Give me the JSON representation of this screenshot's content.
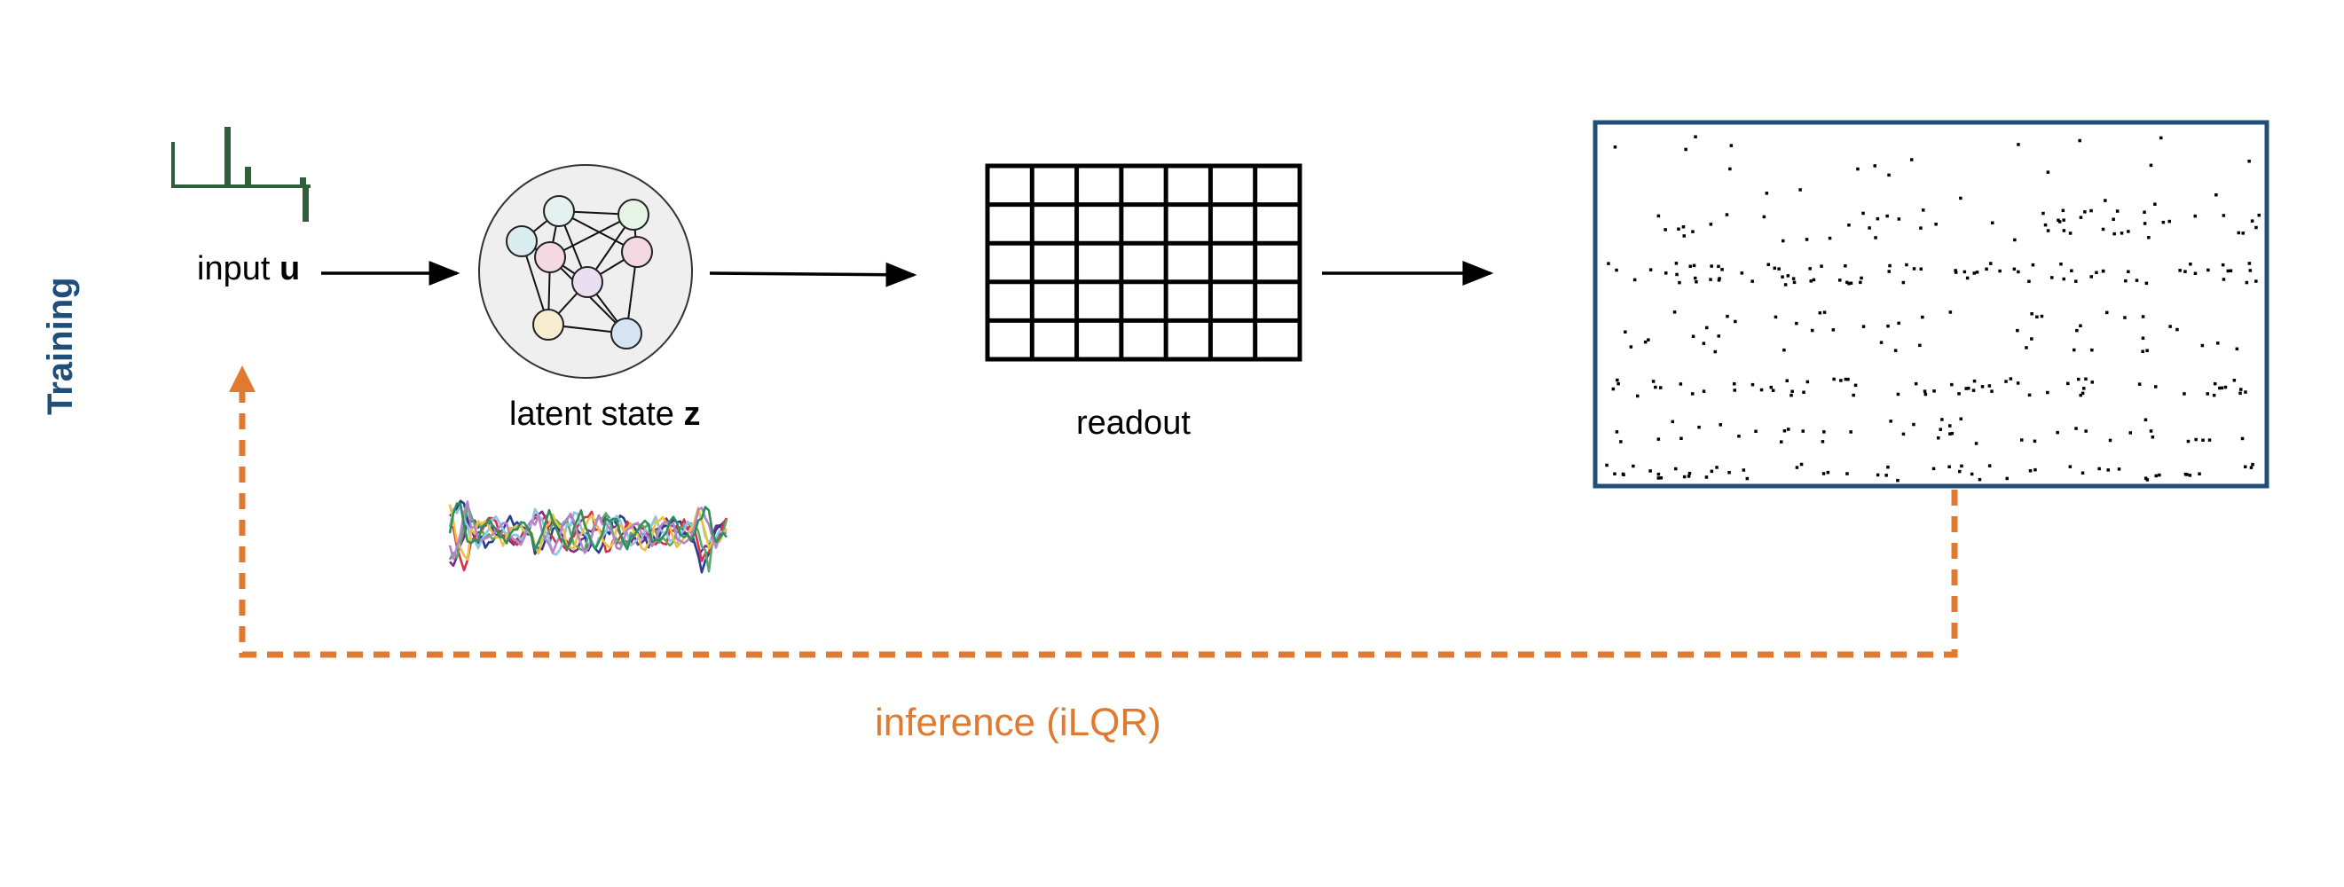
{
  "stage_label": "Training",
  "input": {
    "text": "input ",
    "symbol": "u"
  },
  "latent": {
    "text": "latent state ",
    "symbol": "z"
  },
  "readout": {
    "text": "readout"
  },
  "feedback": {
    "text": "inference (iLQR)"
  },
  "colors": {
    "stage": "#1f4e79",
    "feedback": "#e07a30",
    "input_trace": "#2e5e3a",
    "raster_border": "#1f4e79",
    "latent_circle": "#efefef",
    "traces": [
      "#7b2d8e",
      "#2a3f8f",
      "#d2334c",
      "#5aa86a",
      "#8ec3e6",
      "#f0c040",
      "#b784c9",
      "#2e8f5b"
    ],
    "nodes": [
      "#e3f1ef",
      "#d9ecef",
      "#e5f4e4",
      "#f4d9e2",
      "#e9dff0",
      "#f7eccf",
      "#d6e3f3"
    ]
  }
}
